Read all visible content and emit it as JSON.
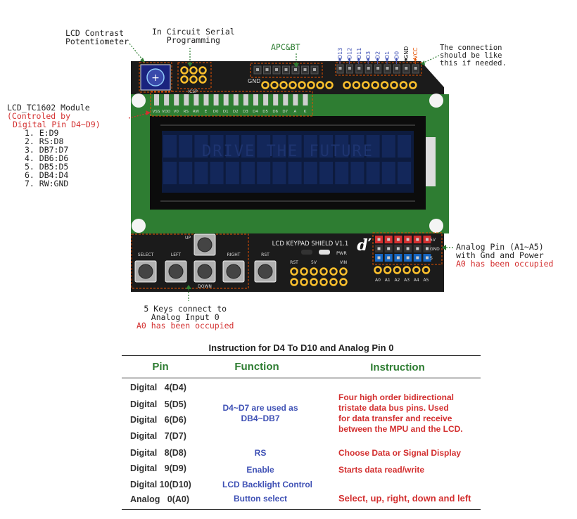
{
  "callouts": {
    "lcd_contrast": [
      "LCD  Contrast",
      "Potentiometer"
    ],
    "icsp": [
      "In Circuit Serial",
      "Programming"
    ],
    "apc_bt": "APC&BT",
    "connection": [
      "The connection",
      "should be like",
      "this if needed."
    ],
    "module_title": "LCD_TC1602 Module",
    "module_red": [
      "(Controled by",
      "Digital Pin D4~D9)"
    ],
    "module_pins": [
      "1. E:D9",
      "2. RS:D8",
      "3. DB7:D7",
      "4. DB6:D6",
      "5. DB5:D5",
      "6. DB4:D4",
      "7. RW:GND"
    ],
    "analog": [
      "Analog Pin (A1~A5)",
      "with Gnd and Power"
    ],
    "analog_red": "A0 has been occupied",
    "keys": [
      "5 Keys connect to",
      "Analog Input 0"
    ],
    "keys_red": "A0 has been occupied"
  },
  "board": {
    "top_pins": [
      "D13",
      "D12",
      "D11",
      "D3",
      "D2",
      "D1",
      "D0",
      "GND",
      "VCC"
    ],
    "gnd_label": "GND",
    "icsp_label": "ICSP",
    "lcd_pins": [
      "VSS",
      "VDD",
      "V0",
      "RS",
      "RW",
      "E",
      "D0",
      "D1",
      "D2",
      "D3",
      "D4",
      "D5",
      "D6",
      "D7",
      "A",
      "K"
    ],
    "lcd_text": "DRIVE THE FUTURE",
    "buttons": [
      "SELECT",
      "LEFT",
      "UP",
      "DOWN",
      "RIGHT",
      "RST"
    ],
    "shield_name": "LCD KEYPAD SHIELD V1.1",
    "pwr_label": "PWR",
    "power_labels": [
      "RST",
      "5V",
      "VIN"
    ],
    "analog_header_labels": [
      "5V",
      "GND",
      "S"
    ],
    "analog_labels": [
      "A0",
      "A1",
      "A2",
      "A3",
      "A4",
      "A5"
    ]
  },
  "table": {
    "title": "Instruction for D4 To D10 and Analog Pin 0",
    "headers": {
      "pin": "Pin",
      "function": "Function",
      "instruction": "Instruction"
    },
    "pins": [
      "Digital   4(D4)",
      "Digital   5(D5)",
      "Digital   6(D6)",
      "Digital   7(D7)",
      "Digital   8(D8)",
      "Digital   9(D9)",
      "Digital 10(D10)",
      "Analog   0(A0)"
    ],
    "functions": [
      "D4~D7 are used as",
      "DB4~DB7",
      "RS",
      "Enable",
      "LCD Backlight Control",
      "Button select"
    ],
    "instructions": [
      "Four high order bidirectional",
      "tristate data bus pins. Used",
      "for data transfer and receive",
      "between the MPU and the LCD.",
      "Choose Data or Signal Display",
      "Starts data read/write",
      "Select, up, right, down and left"
    ]
  }
}
